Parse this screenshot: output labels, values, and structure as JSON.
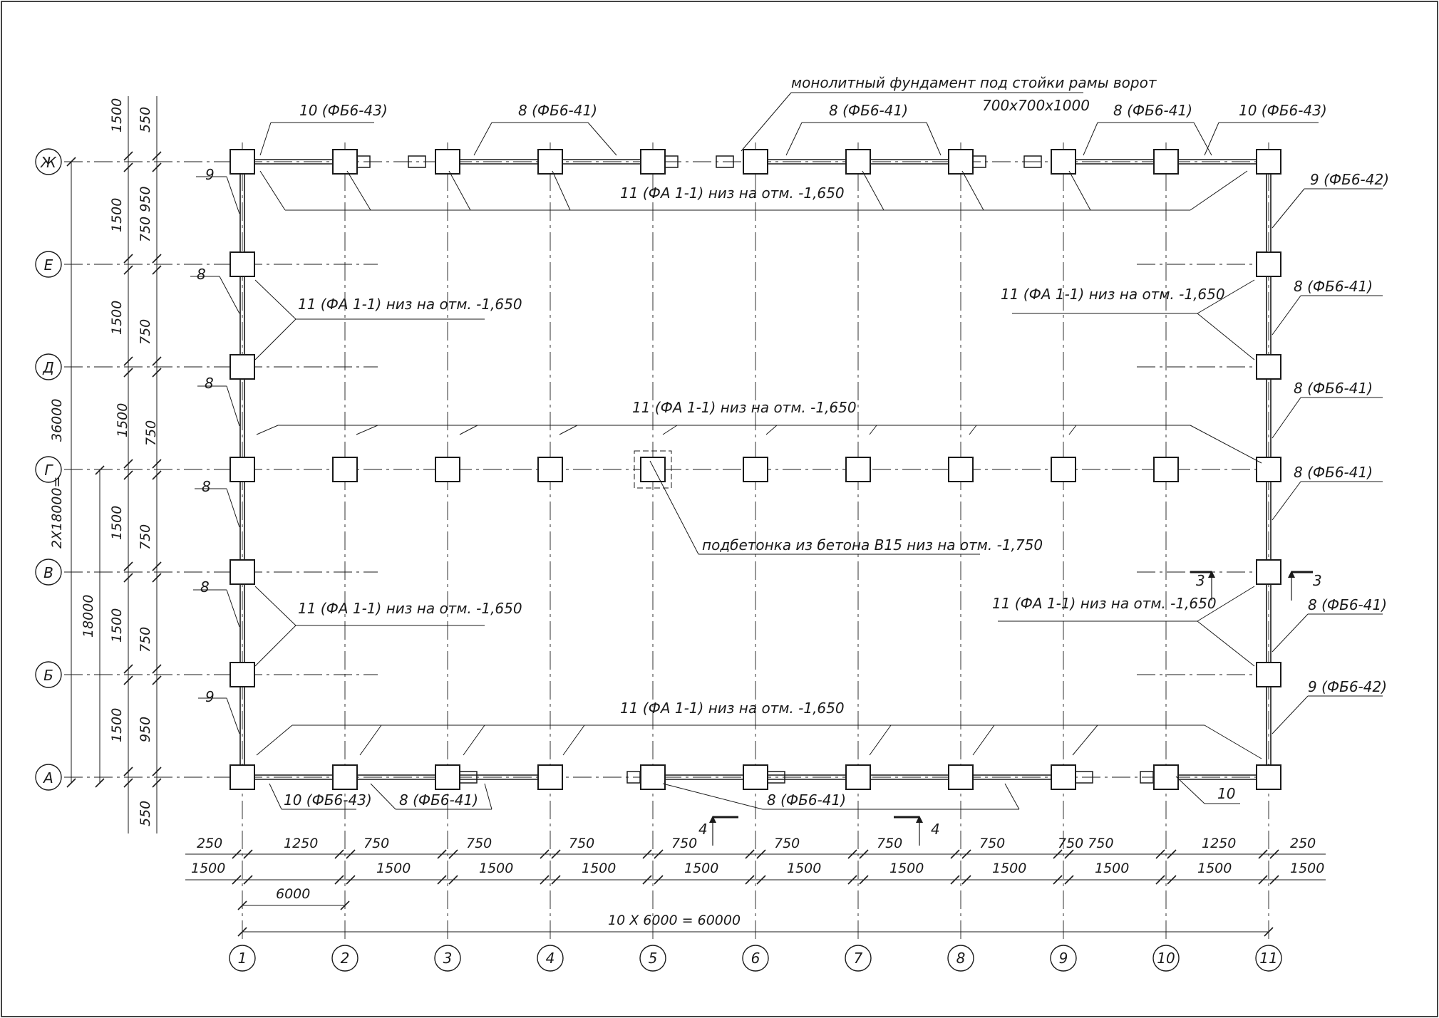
{
  "labels": {
    "monolith_title": "монолитный фундамент под стойки рамы ворот",
    "monolith_size": "700x700x1000",
    "fb643_tl": "10  (ФБ6-43)",
    "fb641_t1": "8  (ФБ6-41)",
    "fb641_t2": "8  (ФБ6-41)",
    "fb641_t3": "8  (ФБ6-41)",
    "fb643_tr": "10  (ФБ6-43)",
    "fa_top": "11  (ФА 1-1) низ на отм. -1,650",
    "fa_left_upper": "11  (ФА 1-1) низ на отм. -1,650",
    "fa_mid": "11   (ФА 1-1) низ на отм. -1,650",
    "fa_left_lower": "11  (ФА 1-1) низ на отм. -1,650",
    "fa_bottom": "11   (ФА 1-1) низ на отм. -1,650",
    "fa_right_upper": "11  (ФА 1-1) низ на отм. -1,650",
    "fa_right_lower": "11  (ФА 1-1) низ на отм. -1,650",
    "podbetonka": "подбетонка из бетона В15 низ на отм. -1,750",
    "r_fb642_top": "9  (ФБ6-42)",
    "r_fb641_1": "8  (ФБ6-41)",
    "r_fb641_2": "8  (ФБ6-41)",
    "r_fb641_3": "8  (ФБ6-41)",
    "r_fb641_4": "8  (ФБ6-41)",
    "r_fb642_bot": "9  (ФБ6-42)",
    "l_9_top": "9",
    "l_8_1": "8",
    "l_8_2": "8",
    "l_8_3": "8",
    "l_8_4": "8",
    "l_9_bot": "9",
    "b_fb643": "10 (ФБ6-43)",
    "b_fb641_1": "8 (ФБ6-41)",
    "b_fb641_2": "8  (ФБ6-41)",
    "b_10": "10",
    "cut_3": "3",
    "cut_4": "4"
  },
  "dims": {
    "total_h": "36000",
    "half_h": "2X18000=",
    "lower_h": "18000",
    "total_w": "10 X 6000 = 60000",
    "step": "6000",
    "v1500": "1500",
    "v550": "550",
    "v950": "950",
    "v750": "750",
    "v750_950": "750 950",
    "h250": "250",
    "h1250": "1250",
    "h750": "750",
    "h750_750": "750  750",
    "h1500": "1500"
  },
  "axes": {
    "rows": [
      "Ж",
      "Е",
      "Д",
      "Г",
      "В",
      "Б",
      "А"
    ],
    "cols": [
      "1",
      "2",
      "3",
      "4",
      "5",
      "6",
      "7",
      "8",
      "9",
      "10",
      "11"
    ]
  }
}
